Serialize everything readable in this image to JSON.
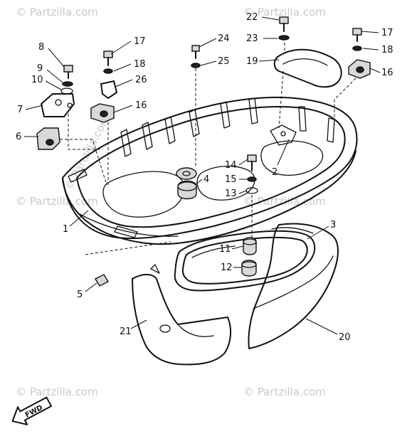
{
  "watermark": "© Partzilla.com",
  "fwd_label": "FWD",
  "callouts": {
    "c1": "1",
    "c2": "2",
    "c3": "3",
    "c4": "4",
    "c5": "5",
    "c6": "6",
    "c7": "7",
    "c8": "8",
    "c9": "9",
    "c10": "10",
    "c11": "11",
    "c12": "12",
    "c13": "13",
    "c14": "14",
    "c15": "15",
    "c16a": "16",
    "c16b": "16",
    "c17a": "17",
    "c17b": "17",
    "c18a": "18",
    "c18b": "18",
    "c19": "19",
    "c20": "20",
    "c21": "21",
    "c22": "22",
    "c23": "23",
    "c24": "24",
    "c25": "25",
    "c26": "26"
  }
}
